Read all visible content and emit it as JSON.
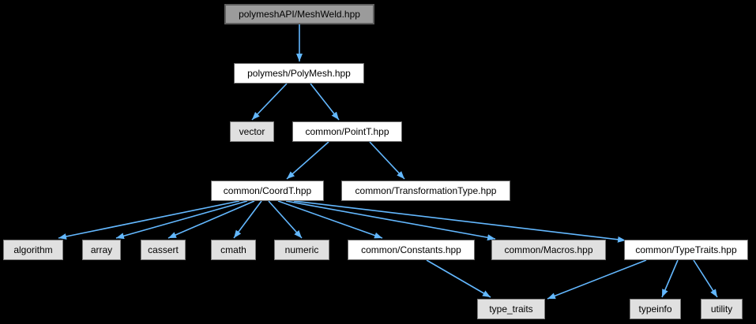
{
  "diagram": {
    "title": "polymeshAPI/MeshWeld.hpp include dependency graph",
    "type": "include-dependency-graph",
    "nodes": {
      "meshweld": {
        "label": "polymeshAPI/MeshWeld.hpp",
        "kind": "root"
      },
      "polymesh": {
        "label": "polymesh/PolyMesh.hpp",
        "kind": "doc"
      },
      "vector": {
        "label": "vector",
        "kind": "leaf"
      },
      "pointt": {
        "label": "common/PointT.hpp",
        "kind": "doc"
      },
      "coordt": {
        "label": "common/CoordT.hpp",
        "kind": "doc"
      },
      "transformationtype": {
        "label": "common/TransformationType.hpp",
        "kind": "doc"
      },
      "algorithm": {
        "label": "algorithm",
        "kind": "leaf"
      },
      "array": {
        "label": "array",
        "kind": "leaf"
      },
      "cassert": {
        "label": "cassert",
        "kind": "leaf"
      },
      "cmath": {
        "label": "cmath",
        "kind": "leaf"
      },
      "numeric": {
        "label": "numeric",
        "kind": "leaf"
      },
      "constants": {
        "label": "common/Constants.hpp",
        "kind": "doc"
      },
      "macros": {
        "label": "common/Macros.hpp",
        "kind": "leaf"
      },
      "typetraits": {
        "label": "common/TypeTraits.hpp",
        "kind": "doc"
      },
      "type_traits": {
        "label": "type_traits",
        "kind": "leaf"
      },
      "typeinfo": {
        "label": "typeinfo",
        "kind": "leaf"
      },
      "utility": {
        "label": "utility",
        "kind": "leaf"
      }
    },
    "edges": [
      {
        "from": "meshweld",
        "to": "polymesh"
      },
      {
        "from": "polymesh",
        "to": "vector"
      },
      {
        "from": "polymesh",
        "to": "pointt"
      },
      {
        "from": "pointt",
        "to": "coordt"
      },
      {
        "from": "pointt",
        "to": "transformationtype"
      },
      {
        "from": "coordt",
        "to": "algorithm"
      },
      {
        "from": "coordt",
        "to": "array"
      },
      {
        "from": "coordt",
        "to": "cassert"
      },
      {
        "from": "coordt",
        "to": "cmath"
      },
      {
        "from": "coordt",
        "to": "numeric"
      },
      {
        "from": "coordt",
        "to": "constants"
      },
      {
        "from": "coordt",
        "to": "macros"
      },
      {
        "from": "coordt",
        "to": "typetraits"
      },
      {
        "from": "constants",
        "to": "type_traits"
      },
      {
        "from": "typetraits",
        "to": "type_traits"
      },
      {
        "from": "typetraits",
        "to": "typeinfo"
      },
      {
        "from": "typetraits",
        "to": "utility"
      }
    ]
  },
  "colors": {
    "background": "#000000",
    "edge": "#63B8FF",
    "root_fill": "#9B9B9B",
    "root_border": "#5E5E5E",
    "node_fill": "#FFFFFF",
    "node_border": "#6A6A6A",
    "leaf_fill": "#E0E0E0",
    "leaf_border": "#7C7C7C",
    "text": "#000000"
  }
}
